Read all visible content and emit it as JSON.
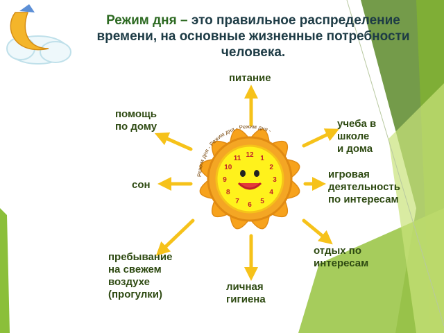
{
  "title": {
    "accent": "Режим дня –",
    "rest": " это правильное распределение времени,  на основные  жизненные  потребности человека."
  },
  "labels": {
    "food": "питание",
    "home_help": "помощь\nпо дому",
    "study": " учеба в\nшколе\n и дома",
    "sleep": "сон",
    "play": "игровая\nдеятельность\nпо интересам",
    "outdoor": "пребывание\nна свежем\nвоздухе\n(прогулки)",
    "rest": "отдых по\nинтересам",
    "hygiene": "личная\nгигиена"
  },
  "clock": {
    "numbers": [
      "12",
      "1",
      "2",
      "3",
      "4",
      "5",
      "6",
      "7",
      "8",
      "9",
      "10",
      "11"
    ],
    "ring_text": "Режим дня - Режим дня - Режим дня -"
  },
  "colors": {
    "arrow": "#f6c21a",
    "petal": "#f7a21c",
    "clock_face": "#fff21c",
    "green_dark": "#5c8a2a",
    "green_light": "#b9d96a",
    "text": "#2e4a12"
  }
}
